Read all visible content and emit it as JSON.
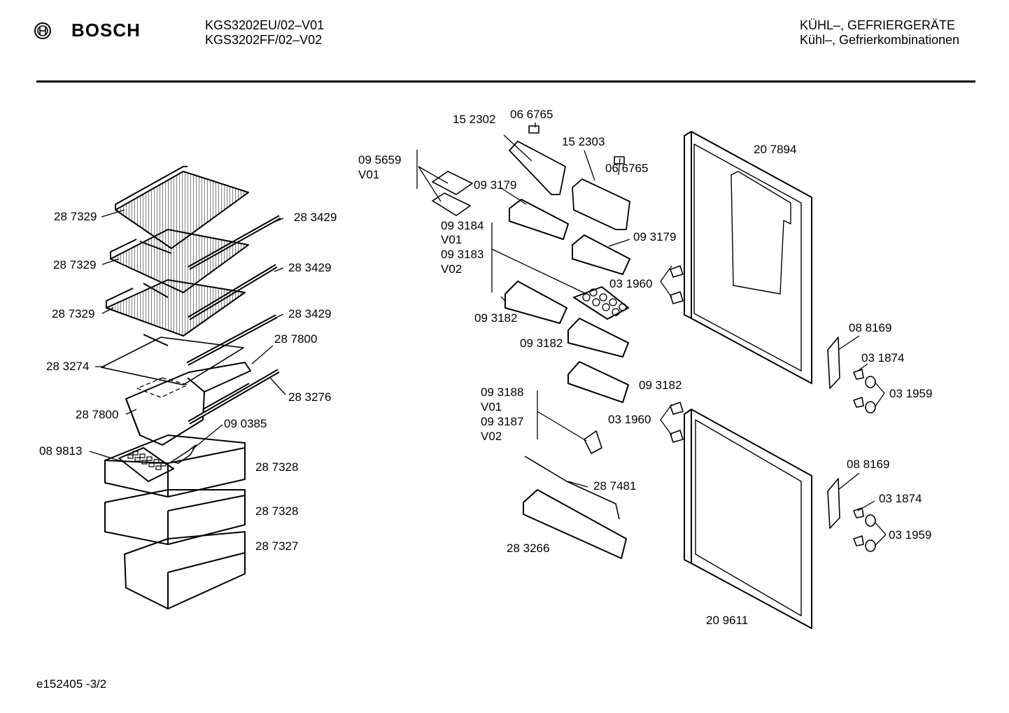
{
  "header": {
    "brand": "BOSCH",
    "models": [
      "KGS3202EU/02–V01",
      "KGS3202FF/02–V02"
    ],
    "category": [
      "KÜHL–, GEFRIERGERÄTE",
      "Kühl–, Gefrierkombinationen"
    ]
  },
  "labels": {
    "l01": "28 7329",
    "l02": "28 7329",
    "l03": "28 7329",
    "l04": "28 3429",
    "l05": "28 3429",
    "l06": "28 3429",
    "l07": "28 3274",
    "l08": "28 7800",
    "l09": "28 7800",
    "l10": "28 3276",
    "l11": "09 0385",
    "l12": "08 9813",
    "l13": "28 7328",
    "l14": "28 7328",
    "l15": "28 7327",
    "l16": "15 2302",
    "l17": "06 6765",
    "l18": "15 2303",
    "l19": "06 6765",
    "l20": "09 5659",
    "l21": "V01",
    "l22": "09 3179",
    "l23": "09 3179",
    "l24": "09 3184",
    "l25": "V01",
    "l26": "09 3183",
    "l27": "V02",
    "l28": "03 1960",
    "l29": "09 3182",
    "l30": "09 3182",
    "l31": "09 3182",
    "l32": "20 7894",
    "l33": "08 8169",
    "l34": "03 1874",
    "l35": "03 1959",
    "l36": "09 3188",
    "l37": "V01",
    "l38": "09 3187",
    "l39": "V02",
    "l40": "03 1960",
    "l41": "28 7481",
    "l42": "28 3266",
    "l43": "08 8169",
    "l44": "03 1874",
    "l45": "03 1959",
    "l46": "20 9611"
  },
  "footer": "e152405   -3/2"
}
